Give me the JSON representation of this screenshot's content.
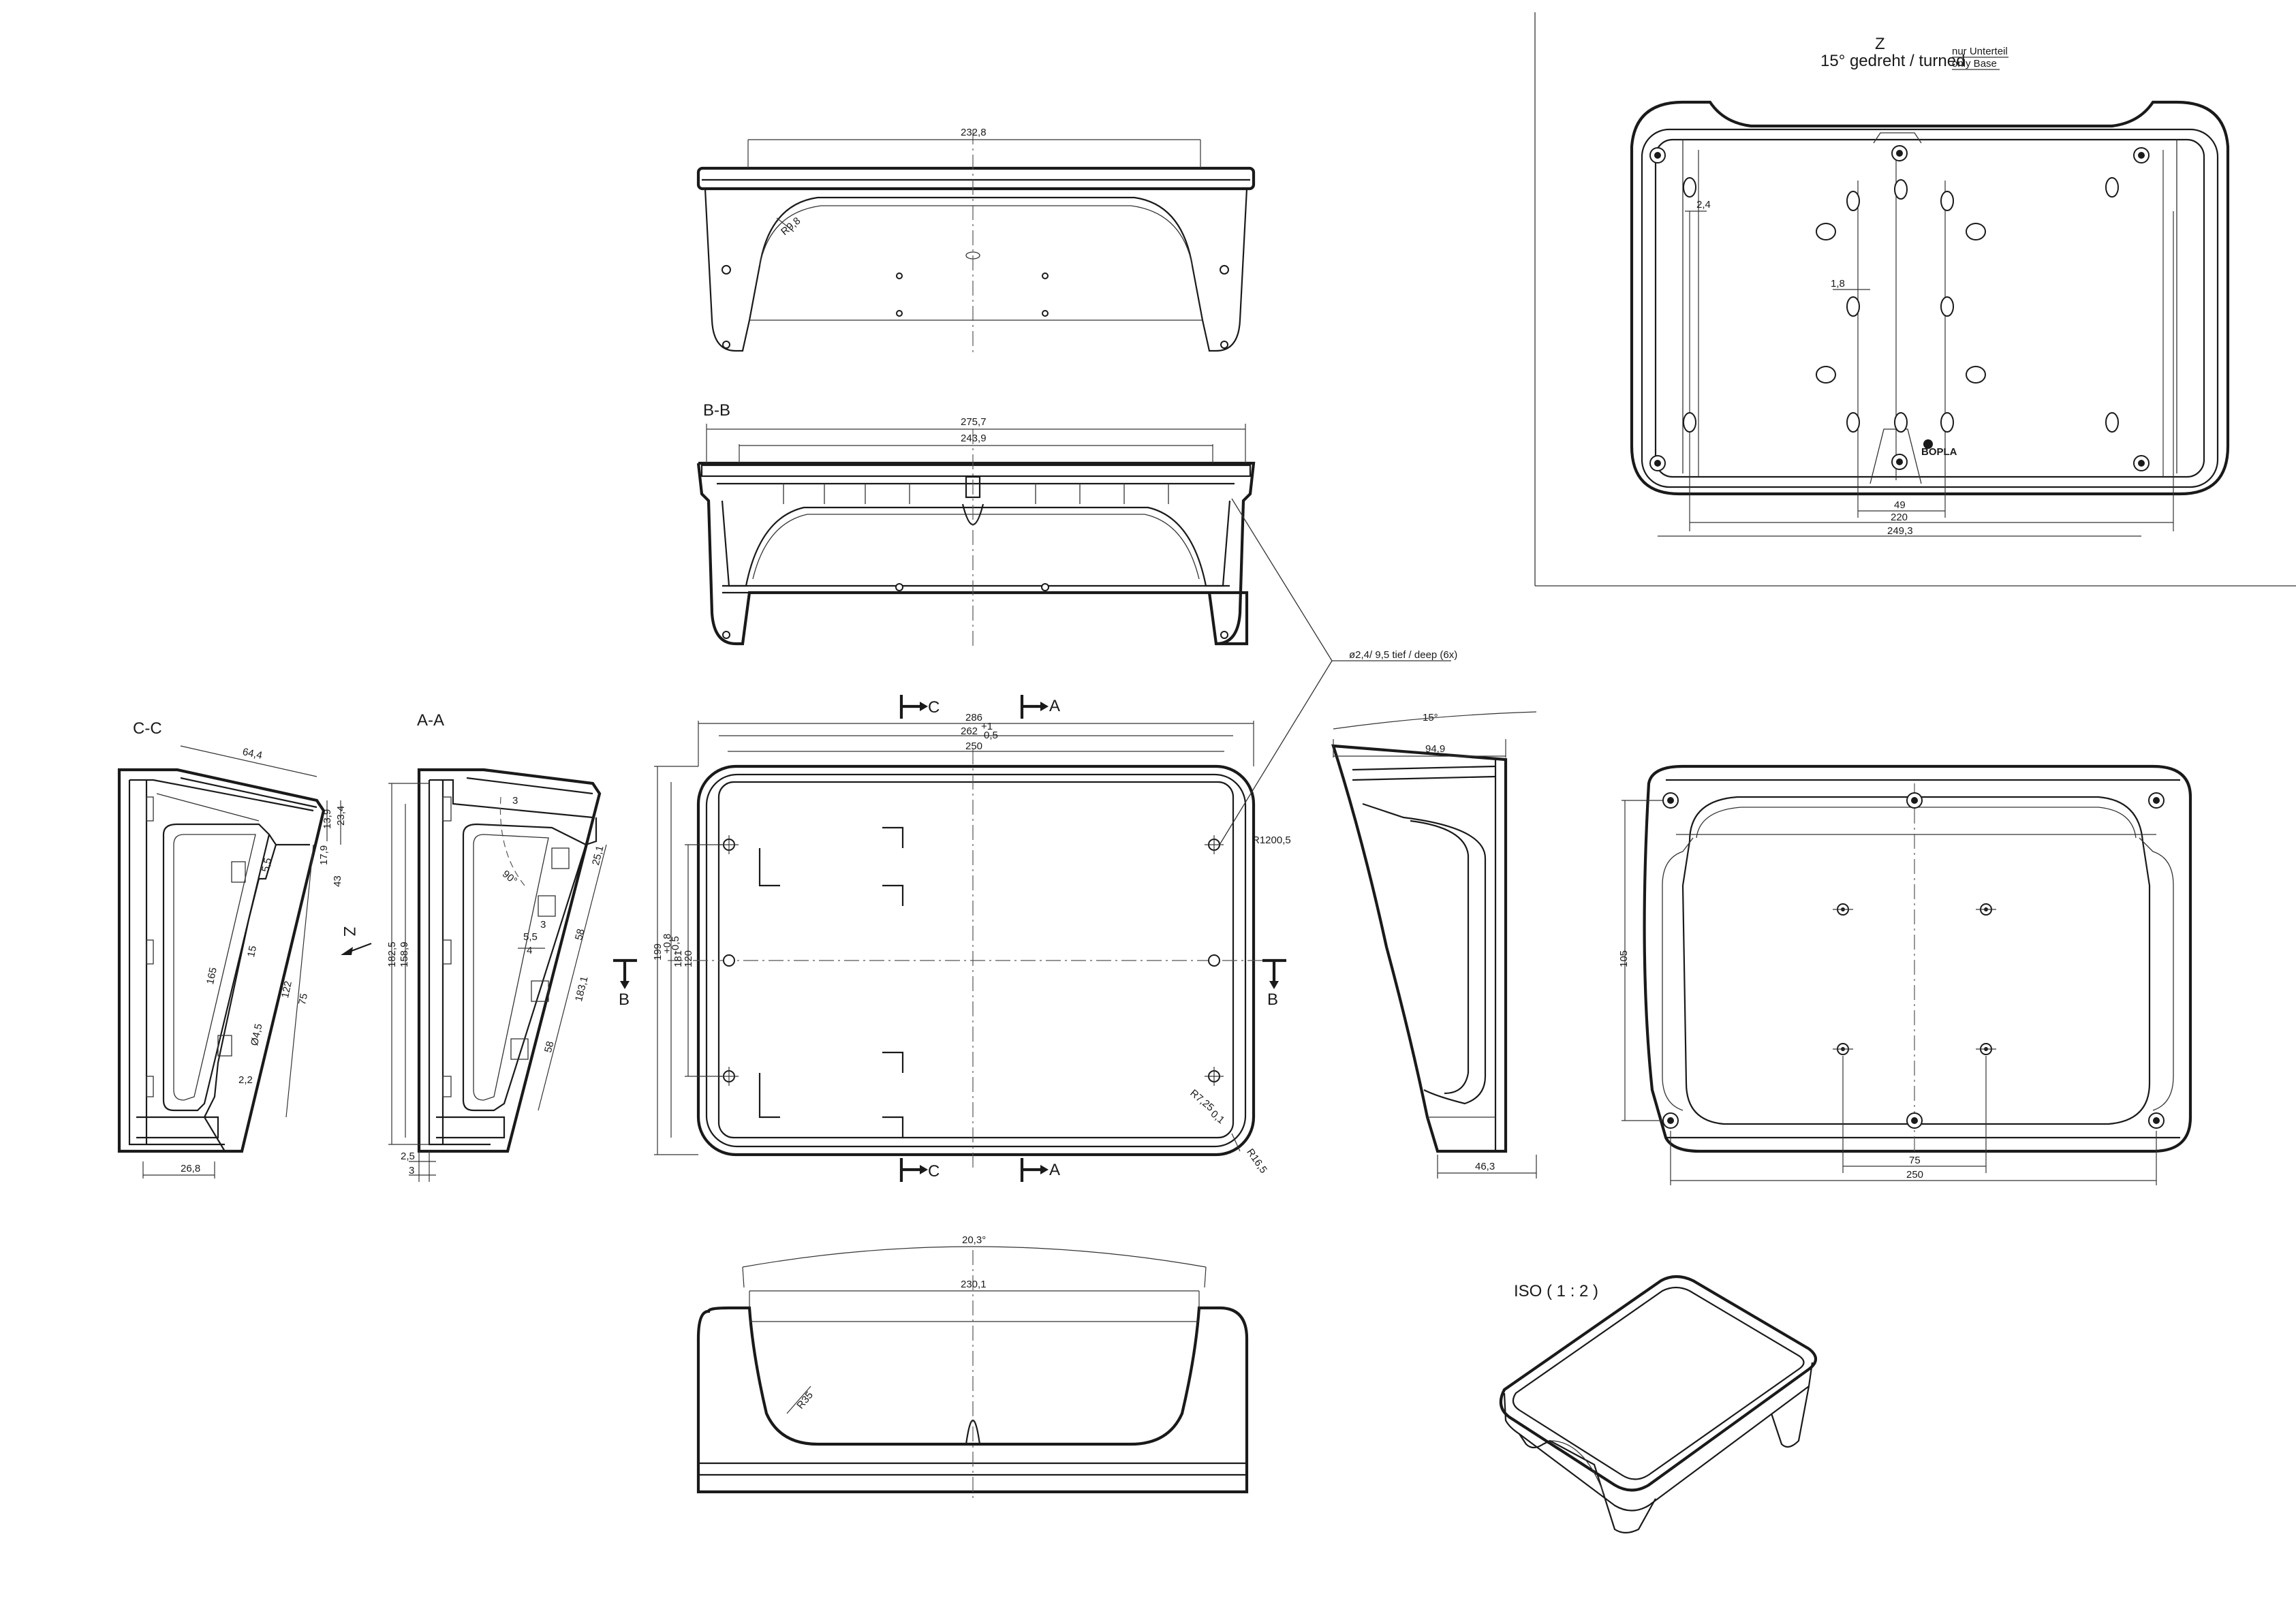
{
  "views": {
    "top_view": {
      "dims": [
        "232,8",
        "R9,8"
      ]
    },
    "bb_view": {
      "title": "B-B",
      "dims": [
        "275,7",
        "243,9"
      ]
    },
    "front_view": {
      "section_c": "C",
      "section_a": "A",
      "section_b": "B",
      "dims": [
        "286",
        "262",
        "+1",
        "0,5",
        "250",
        "199",
        "181",
        "+0,8",
        "-0,5",
        "120",
        "R1200,5",
        "R7,25",
        "0,1",
        "R16,5"
      ],
      "callout": "ø2,4/ 9,5 tief / deep (6x)"
    },
    "cc_view": {
      "title": "C-C",
      "dims": [
        "64,4",
        "13,9",
        "23,4",
        "17,9",
        "43",
        "165",
        "122",
        "75",
        "15",
        "5,5",
        "Ø4,5",
        "2,2",
        "26,8"
      ]
    },
    "aa_view": {
      "title": "A-A",
      "dims": [
        "3",
        "90°",
        "25,1",
        "58",
        "183,1",
        "58",
        "5,5",
        "3",
        "4",
        "182,5",
        "158,9",
        "2,5",
        "3"
      ]
    },
    "z_arrow": "Z",
    "side_view": {
      "dims": [
        "15°",
        "94,9",
        "46,3"
      ]
    },
    "z_view": {
      "title": "Z",
      "subtitle": "15° gedreht / turned",
      "note1": "nur Unterteil",
      "note2": "only Base",
      "dims": [
        "2,4",
        "1,8",
        "49",
        "220",
        "249,3"
      ],
      "brand": "BOPLA"
    },
    "bottom_view": {
      "dims": [
        "105",
        "75",
        "250"
      ]
    },
    "lower_view": {
      "dims": [
        "20,3°",
        "230,1",
        "R35"
      ]
    },
    "iso": {
      "label": "ISO ( 1 : 2 )"
    }
  }
}
